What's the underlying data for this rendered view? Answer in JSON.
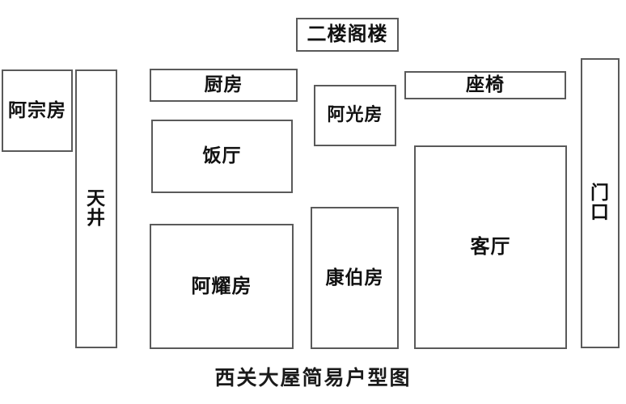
{
  "diagram": {
    "caption": "西关大屋简易户型图",
    "background_color": "#ffffff",
    "border_color": "#5a5a5a",
    "text_color": "#111111",
    "rooms": [
      {
        "id": "azong",
        "label": "阿宗房",
        "orientation": "horizontal"
      },
      {
        "id": "tianjing",
        "label": "天井",
        "orientation": "vertical"
      },
      {
        "id": "chufang",
        "label": "厨房",
        "orientation": "horizontal"
      },
      {
        "id": "fanting",
        "label": "饭厅",
        "orientation": "horizontal"
      },
      {
        "id": "ayao",
        "label": "阿耀房",
        "orientation": "horizontal"
      },
      {
        "id": "attic",
        "label": "二楼阁楼",
        "orientation": "horizontal"
      },
      {
        "id": "aguang",
        "label": "阿光房",
        "orientation": "horizontal"
      },
      {
        "id": "kangbo",
        "label": "康伯房",
        "orientation": "horizontal"
      },
      {
        "id": "zuoyi",
        "label": "座椅",
        "orientation": "horizontal"
      },
      {
        "id": "keting",
        "label": "客厅",
        "orientation": "horizontal"
      },
      {
        "id": "menkou",
        "label": "门口",
        "orientation": "vertical"
      }
    ],
    "labels": {
      "azong": "阿宗房",
      "tianjing": "天井",
      "chufang": "厨房",
      "fanting": "饭厅",
      "ayao": "阿耀房",
      "attic": "二楼阁楼",
      "aguang": "阿光房",
      "kangbo": "康伯房",
      "zuoyi": "座椅",
      "keting": "客厅",
      "menkou": "门口"
    }
  }
}
